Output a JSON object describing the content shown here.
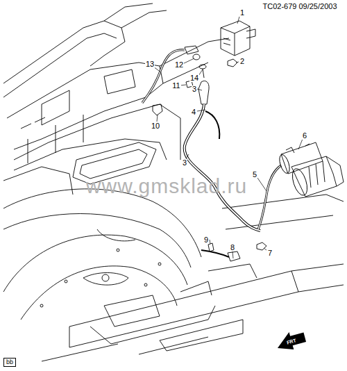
{
  "diagram": {
    "labels": [
      "TC02-679 09/25/2003",
      "1",
      "2",
      "14",
      "12",
      "13",
      "3",
      "11",
      "4",
      "10",
      "6",
      "3",
      "5",
      "9",
      "8",
      "7",
      "www.gmsklad.ru",
      "bb",
      "FRT"
    ]
  }
}
